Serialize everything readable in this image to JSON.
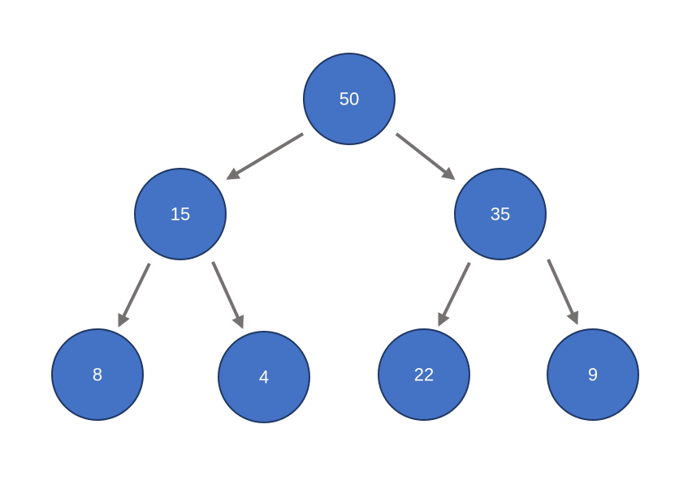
{
  "tree": {
    "node_fill": "#4472C4",
    "node_stroke": "#1F3763",
    "edge_color": "#767171",
    "nodes": {
      "root": "50",
      "left": "15",
      "right": "35",
      "left_left": "8",
      "left_right": "4",
      "right_left": "22",
      "right_right": "9"
    }
  }
}
